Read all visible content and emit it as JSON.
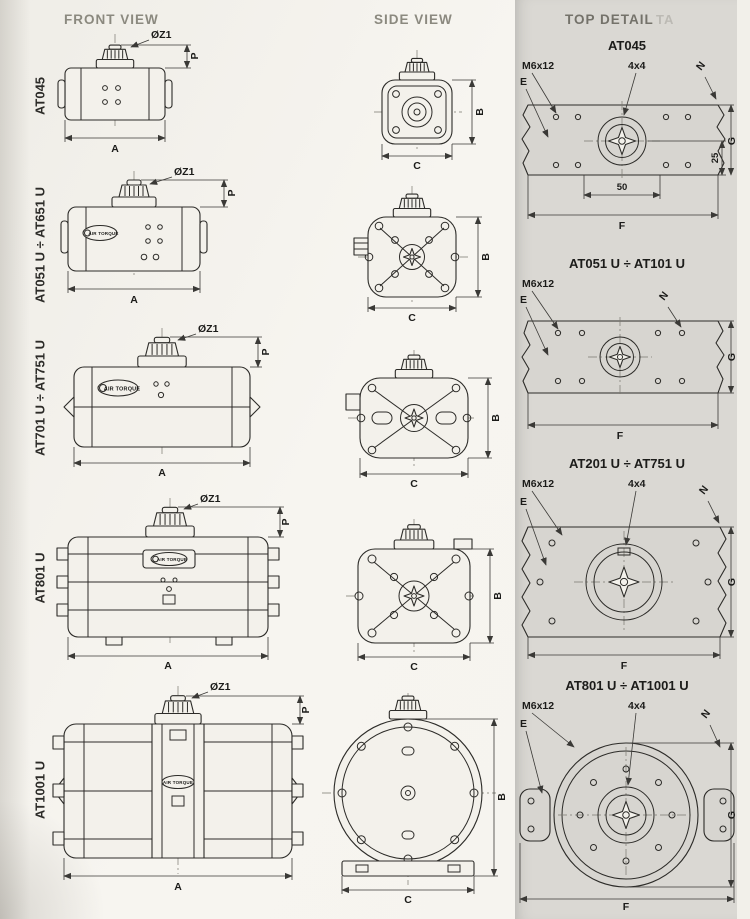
{
  "headers": {
    "front": "FRONT VIEW",
    "side": "SIDE VIEW",
    "top": "TOP DETAIL",
    "watermark": "TA"
  },
  "models": [
    {
      "label": "AT045"
    },
    {
      "label": "AT051 U ÷ AT651 U"
    },
    {
      "label": "AT701 U ÷ AT751 U"
    },
    {
      "label": "AT801 U"
    },
    {
      "label": "AT1001 U"
    }
  ],
  "top_sections": [
    {
      "title": "AT045"
    },
    {
      "title": "AT051 U ÷ AT101 U"
    },
    {
      "title": "AT201 U ÷ AT751 U"
    },
    {
      "title": "AT801 U ÷ AT1001 U"
    }
  ],
  "dims": {
    "z1": "ØZ1",
    "p": "P",
    "a": "A",
    "b": "B",
    "c": "C",
    "e": "E",
    "f": "F",
    "g": "G",
    "n": "N",
    "m6x12": "M6x12",
    "square4x4": "4x4",
    "d25": "25",
    "d50": "50"
  },
  "brand": "AIR TORQUE",
  "colors": {
    "paper": "#f6f4ef",
    "panel": "#dad8d3",
    "ink": "#2c2b28",
    "header": "#8b897f"
  }
}
